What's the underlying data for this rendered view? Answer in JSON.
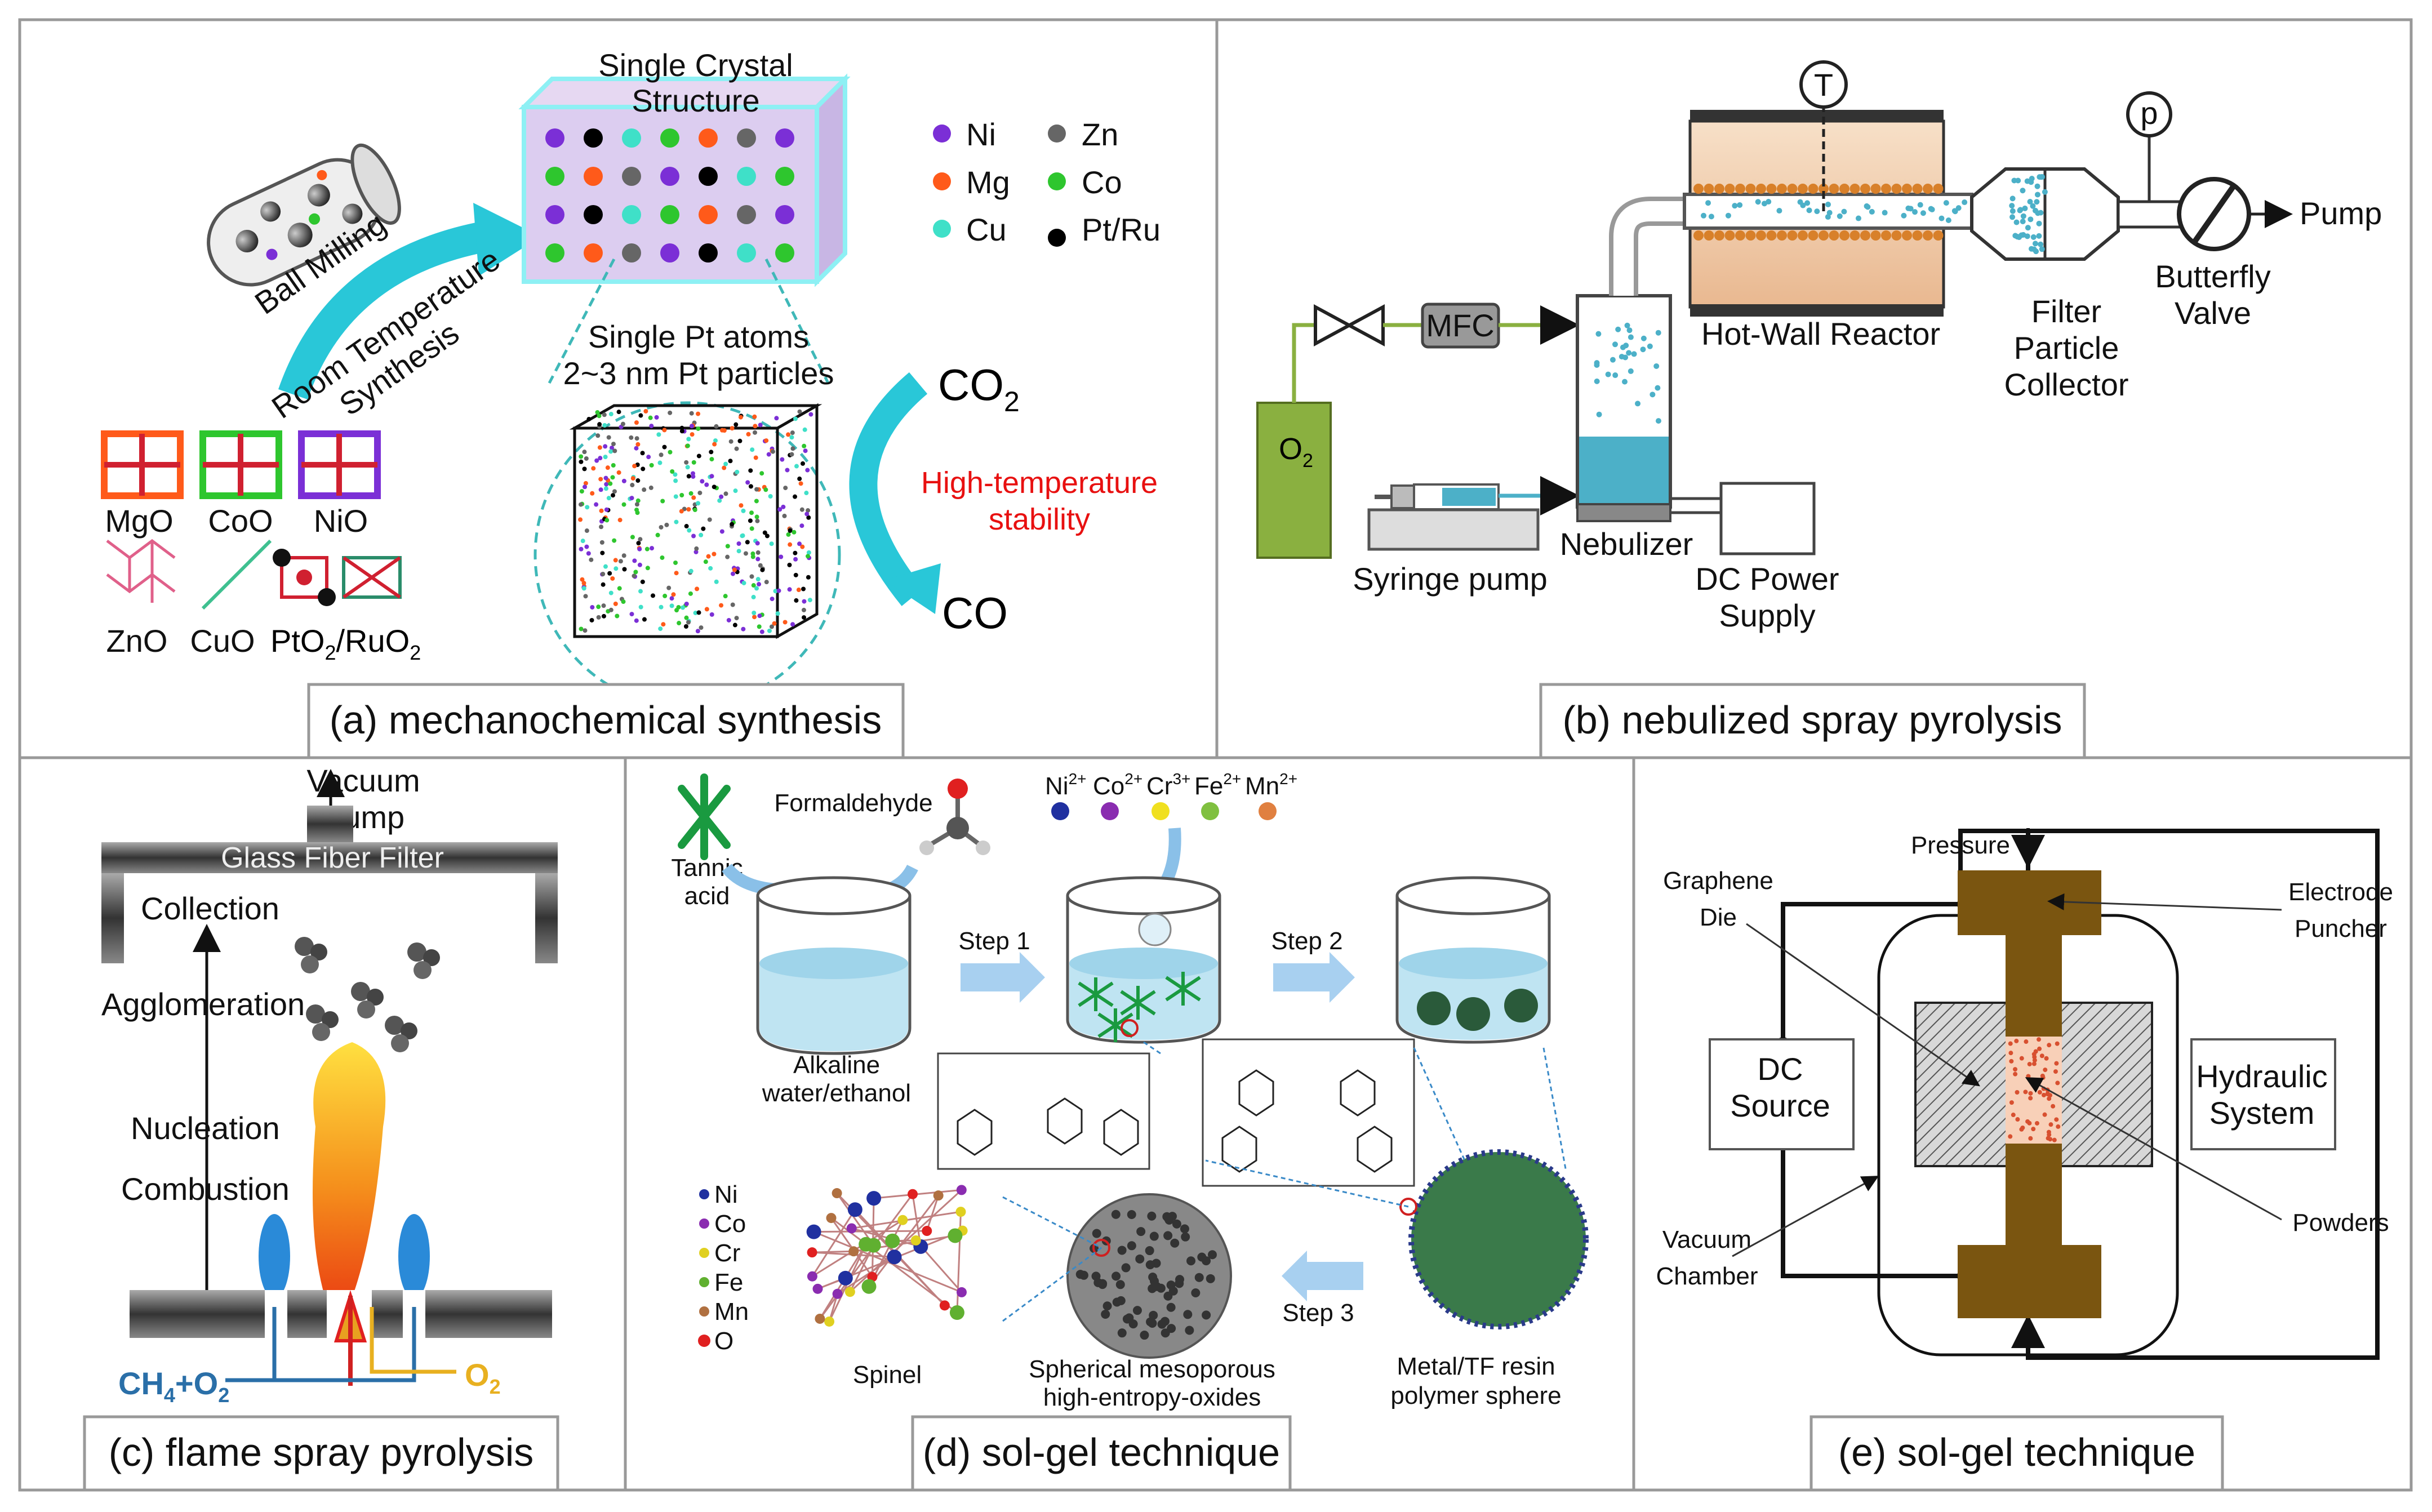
{
  "captions": {
    "a": "(a) mechanochemical synthesis",
    "b": "(b) nebulized spray pyrolysis",
    "c": "(c) flame spray pyrolysis",
    "d": "(d) sol-gel technique",
    "e": "(e) sol-gel technique"
  },
  "panel_a": {
    "ball_milling": "Ball Milling",
    "room_temp_1": "Room Temperature",
    "room_temp_2": "Synthesis",
    "crystal_1": "Single Crystal",
    "crystal_2": "Structure",
    "pt_1": "Single Pt atoms",
    "pt_2": "2~3 nm Pt particles",
    "co2": "CO",
    "co2_sub": "2",
    "co": "CO",
    "stability_1": "High-temperature",
    "stability_2": "stability",
    "oxides": [
      "MgO",
      "CoO",
      "NiO",
      "ZnO",
      "CuO"
    ],
    "pto2_a": "PtO",
    "pto2_sub1": "2",
    "pto2_b": "/RuO",
    "pto2_sub2": "2",
    "legend": [
      {
        "label": "Ni",
        "color": "#7b2fd6"
      },
      {
        "label": "Zn",
        "color": "#666666"
      },
      {
        "label": "Mg",
        "color": "#ff5a1a"
      },
      {
        "label": "Co",
        "color": "#2ec62e"
      },
      {
        "label": "Cu",
        "color": "#3fe0c8"
      },
      {
        "label": "Pt/Ru",
        "color": "#000000"
      }
    ],
    "accent_red": "#e81010",
    "arrow_cyan": "#29c7d8"
  },
  "panel_b": {
    "t": "T",
    "p": "p",
    "mfc": "MFC",
    "o2": "O",
    "o2_sub": "2",
    "hot_wall": "Hot-Wall Reactor",
    "filter_1": "Filter",
    "filter_2": "Particle",
    "filter_3": "Collector",
    "butterfly_1": "Butterfly",
    "butterfly_2": "Valve",
    "pump": "Pump",
    "nebulizer": "Nebulizer",
    "syringe": "Syringe pump",
    "dc_1": "DC Power",
    "dc_2": "Supply",
    "gas_color": "#8ab040",
    "liquid_color": "#4cb0c8"
  },
  "panel_c": {
    "vacuum_1": "Vacuum",
    "vacuum_2": "Pump",
    "filter": "Glass Fiber Filter",
    "collection": "Collection",
    "agglomeration": "Agglomeration",
    "nucleation": "Nucleation",
    "combustion": "Combustion",
    "ch4": "CH",
    "ch4_sub": "4",
    "ch4_plus": "+O",
    "ch4_sub2": "2",
    "o2": "O",
    "o2_sub": "2",
    "ch4_color": "#2a6fa8",
    "o2_color": "#e8b020"
  },
  "panel_d": {
    "tannic_1": "Tannic",
    "tannic_2": "acid",
    "formaldehyde": "Formaldehyde",
    "ions": [
      {
        "label": "Ni",
        "charge": "2+",
        "color": "#2030a0"
      },
      {
        "label": "Co",
        "charge": "2+",
        "color": "#8a2cb0"
      },
      {
        "label": "Cr",
        "charge": "3+",
        "color": "#f0e020"
      },
      {
        "label": "Fe",
        "charge": "2+",
        "color": "#80c040"
      },
      {
        "label": "Mn",
        "charge": "2+",
        "color": "#e08040"
      }
    ],
    "step1": "Step 1",
    "step2": "Step 2",
    "step3": "Step 3",
    "alkaline_1": "Alkaline",
    "alkaline_2": "water/ethanol",
    "elements": [
      {
        "label": "Ni",
        "color": "#2030a0"
      },
      {
        "label": "Co",
        "color": "#8a2cb0"
      },
      {
        "label": "Cr",
        "color": "#e0d020"
      },
      {
        "label": "Fe",
        "color": "#60b030"
      },
      {
        "label": "Mn",
        "color": "#b07040"
      },
      {
        "label": "O",
        "color": "#e02020"
      }
    ],
    "spinel": "Spinel",
    "meso_1": "Spherical mesoporous",
    "meso_2": "high-entropy-oxides",
    "resin_1": "Metal/TF resin",
    "resin_2": "polymer sphere"
  },
  "panel_e": {
    "pressure": "Pressure",
    "graphene_1": "Graphene",
    "graphene_2": "Die",
    "electrode_1": "Electrode",
    "electrode_2": "Puncher",
    "dc_1": "DC",
    "dc_2": "Source",
    "hydraulic_1": "Hydraulic",
    "hydraulic_2": "System",
    "powders": "Powders",
    "vacuum_1": "Vacuum",
    "vacuum_2": "Chamber",
    "electrode_color": "#7a5510"
  }
}
